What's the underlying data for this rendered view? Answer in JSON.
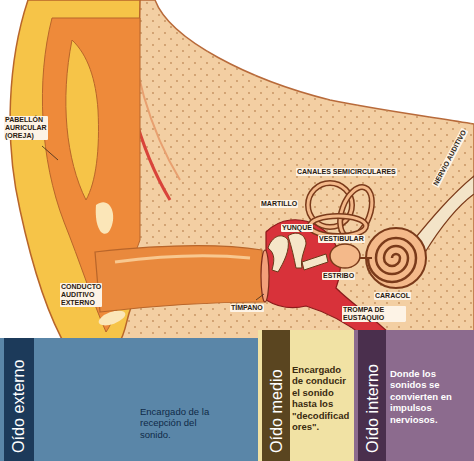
{
  "diagram": {
    "nodes": [
      {
        "text": [
          "Oído externo",
          "Encargado de la recepción del sonido."
        ]
      },
      {
        "text": [
          "Oído medio",
          "Encargado de conducir el sonido hasta los \"decodificadores\"."
        ]
      },
      {
        "text": [
          "Oído interno",
          "Donde los sonidos se convierten en impulsos nerviosos."
        ]
      }
    ],
    "labels": [
      "PABELLÓN AURICULAR (OREJA)",
      "CONDUCTO AUDITIVO EXTERNO",
      "TÍMPANO",
      "MARTILLO",
      "YUNQUE",
      "VESTIBULAR",
      "ESTRIBO",
      "CANALES SEMICIRCULARES",
      "CARACOL",
      "NERVIO AUDITIVO",
      "TROMPA DE EUSTAQUIO"
    ]
  }
}
